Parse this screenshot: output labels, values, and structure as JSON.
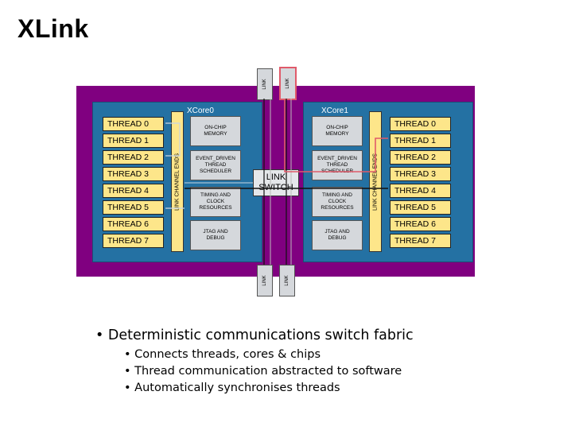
{
  "title": "XLink",
  "diagram": {
    "core_left": {
      "title": "XCore0",
      "threads": [
        "THREAD 0",
        "THREAD 1",
        "THREAD 2",
        "THREAD 3",
        "THREAD 4",
        "THREAD 5",
        "THREAD 6",
        "THREAD 7"
      ],
      "channel_label": "LINK CHANNEL ENDS",
      "blocks": [
        "ON-CHIP\nMEMORY",
        "EVENT_DRIVEN\nTHREAD\nSCHEDULER",
        "TIMING AND\nCLOCK\nRESOURCES",
        "JTAG AND\nDEBUG"
      ]
    },
    "core_right": {
      "title": "XCore1",
      "threads": [
        "THREAD 0",
        "THREAD 1",
        "THREAD 2",
        "THREAD 3",
        "THREAD 4",
        "THREAD 5",
        "THREAD 6",
        "THREAD 7"
      ],
      "channel_label": "LINK CHANNEL ENDS",
      "blocks": [
        "ON-CHIP\nMEMORY",
        "EVENT_DRIVEN\nTHREAD\nSCHEDULER",
        "TIMING AND\nCLOCK\nRESOURCES",
        "JTAG AND\nDEBUG"
      ]
    },
    "switch_label": "LINK\nSWITCH",
    "links": [
      "LINK",
      "LINK",
      "LINK",
      "LINK"
    ],
    "colors": {
      "background": "#800080",
      "core": "#2471a3",
      "thread": "#fde68a",
      "highlight": "#e05a6a"
    }
  },
  "bullets": {
    "main": "• Deterministic communications switch fabric",
    "sub": [
      "• Connects threads, cores & chips",
      "• Thread communication abstracted to software",
      "• Automatically synchronises threads"
    ]
  }
}
